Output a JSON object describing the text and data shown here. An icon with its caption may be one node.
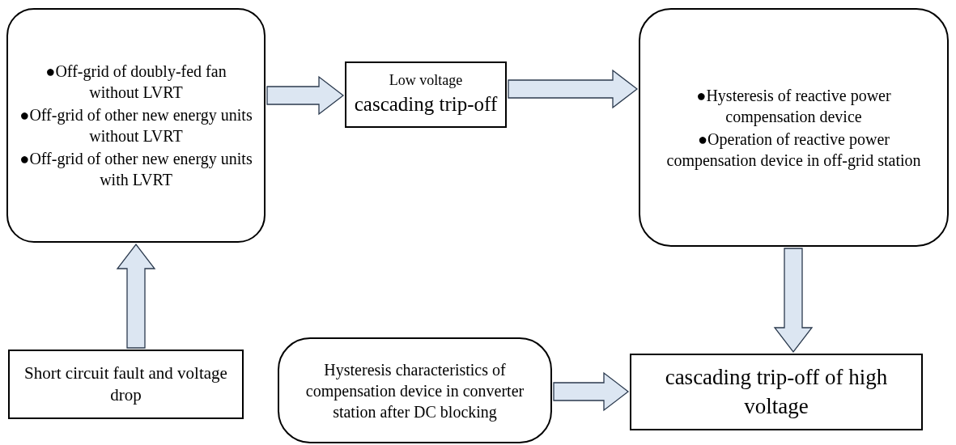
{
  "diagram": {
    "nodes": [
      {
        "text": [
          "●Off-grid of doubly-fed fan without LVRT",
          "●Off-grid of other new energy units without LVRT",
          "●Off-grid of other new energy units with LVRT"
        ]
      },
      {
        "text": [
          "Low voltage",
          "cascading trip-off"
        ]
      },
      {
        "text": [
          "●Hysteresis of reactive power compensation device",
          "●Operation of reactive power compensation device in off-grid station"
        ]
      },
      {
        "text": [
          "Short circuit fault and voltage drop"
        ]
      },
      {
        "text": [
          "Hysteresis characteristics of compensation device in converter station after DC blocking"
        ]
      },
      {
        "text": [
          "cascading trip-off of high voltage"
        ]
      }
    ],
    "edges": [
      {
        "from": 3,
        "to": 0,
        "arrow": "to"
      },
      {
        "from": 0,
        "to": 1,
        "arrow": "to"
      },
      {
        "from": 1,
        "to": 2,
        "arrow": "to"
      },
      {
        "from": 2,
        "to": 5,
        "arrow": "to"
      },
      {
        "from": 4,
        "to": 5,
        "arrow": "to"
      }
    ]
  }
}
